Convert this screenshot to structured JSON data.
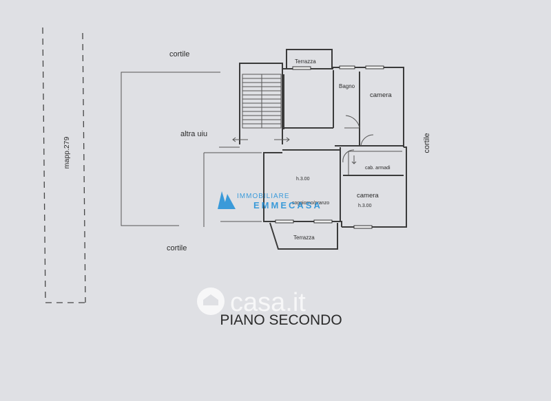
{
  "labels": {
    "cortile": "cortile",
    "terrazza": "Terrazza",
    "bagno": "Bagno",
    "camera": "camera",
    "altra_uiu": "altra uiu",
    "mapp": "mapp.279",
    "h300": "h.3.00",
    "soggiorno": "soggiorno/pranzo",
    "cab_armadi": "cab. armadi",
    "piano": "PIANO SECONDO"
  },
  "watermarks": {
    "agency_line1": "IMMOBILIARE",
    "agency_line2": "EMMECASA",
    "site": "casa.it"
  },
  "colors": {
    "background": "#dfe0e4",
    "line": "#3a3a3a",
    "agency_blue": "#1e8ed8",
    "watermark_white": "#ffffff"
  }
}
